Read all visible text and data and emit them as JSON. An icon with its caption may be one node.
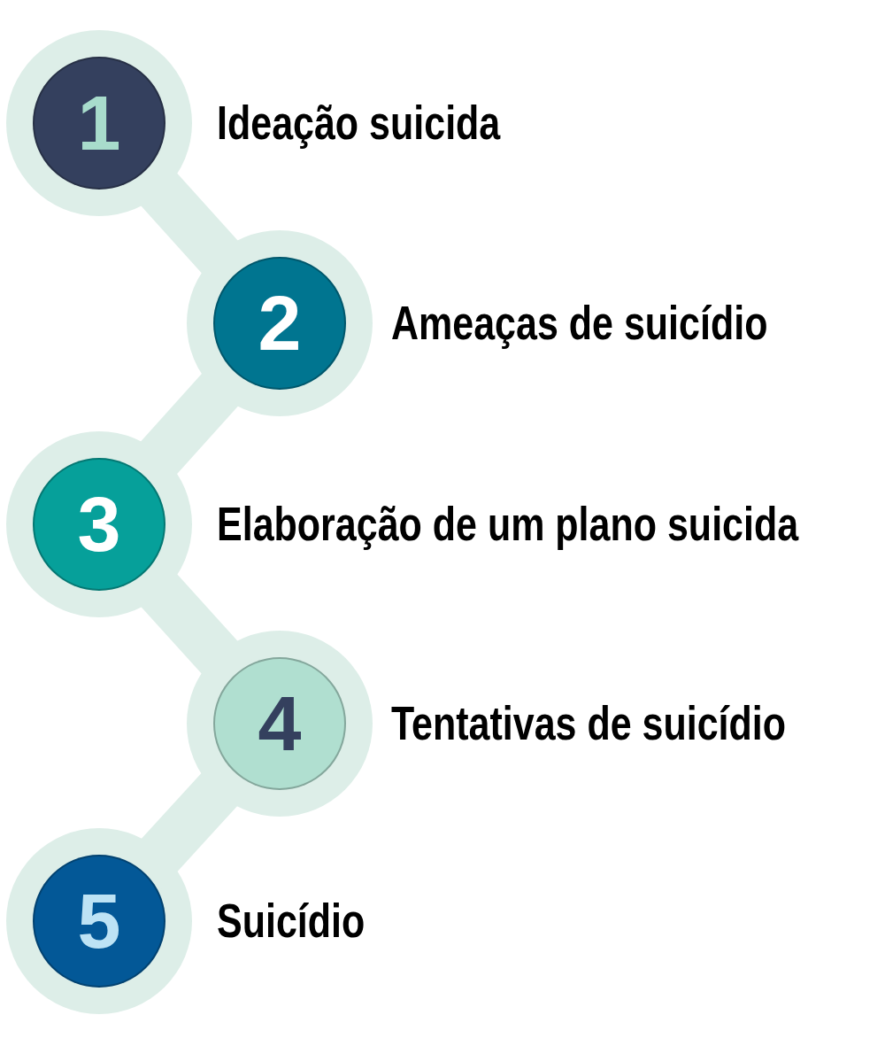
{
  "diagram": {
    "nodes": [
      {
        "text": [
          "1"
        ],
        "beside": [
          "Ideação suicida"
        ]
      },
      {
        "text": [
          "2"
        ],
        "beside": [
          "Ameaças de suicídio"
        ]
      },
      {
        "text": [
          "3"
        ],
        "beside": [
          "Elaboração de um plano suicida"
        ]
      },
      {
        "text": [
          "4"
        ],
        "beside": [
          "Tentativas de suicídio"
        ]
      },
      {
        "text": [
          "5"
        ],
        "beside": [
          "Suicídio"
        ]
      }
    ],
    "edges": [
      {
        "from": 0,
        "to": 1,
        "arrow": "none"
      },
      {
        "from": 1,
        "to": 2,
        "arrow": "none"
      },
      {
        "from": 2,
        "to": 3,
        "arrow": "none"
      },
      {
        "from": 3,
        "to": 4,
        "arrow": "none"
      }
    ]
  }
}
